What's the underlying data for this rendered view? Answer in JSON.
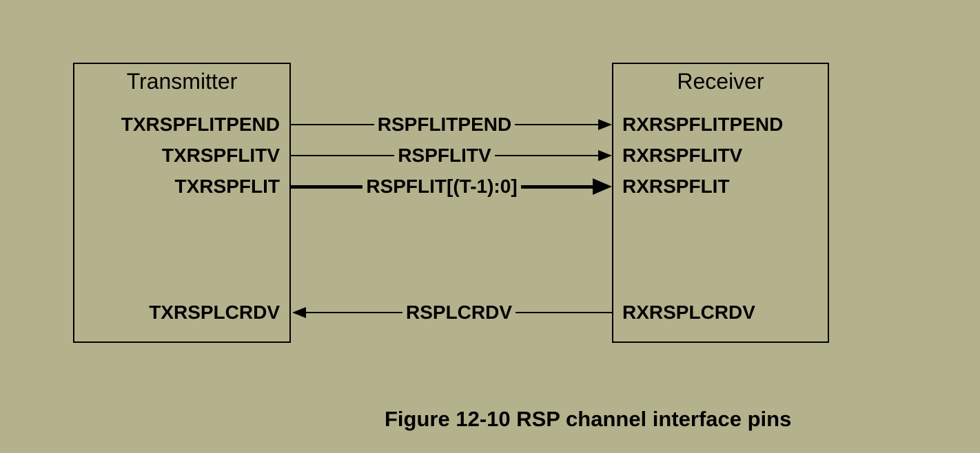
{
  "colors": {
    "background": "#b4b18d",
    "line": "#000000",
    "text": "#000000"
  },
  "diagram": {
    "transmitter": {
      "title": "Transmitter",
      "pins": [
        "TXRSPFLITPEND",
        "TXRSPFLITV",
        "TXRSPFLIT",
        "TXRSPLCRDV"
      ]
    },
    "receiver": {
      "title": "Receiver",
      "pins": [
        "RXRSPFLITPEND",
        "RXRSPFLITV",
        "RXRSPFLIT",
        "RXRSPLCRDV"
      ]
    },
    "wires": [
      {
        "label": "RSPFLITPEND",
        "direction": "left-to-right",
        "thick": false
      },
      {
        "label": "RSPFLITV",
        "direction": "left-to-right",
        "thick": false
      },
      {
        "label": "RSPFLIT[(T-1):0]",
        "direction": "left-to-right",
        "thick": true
      },
      {
        "label": "RSPLCRDV",
        "direction": "right-to-left",
        "thick": false
      }
    ]
  },
  "caption": "Figure 12-10 RSP channel interface pins"
}
